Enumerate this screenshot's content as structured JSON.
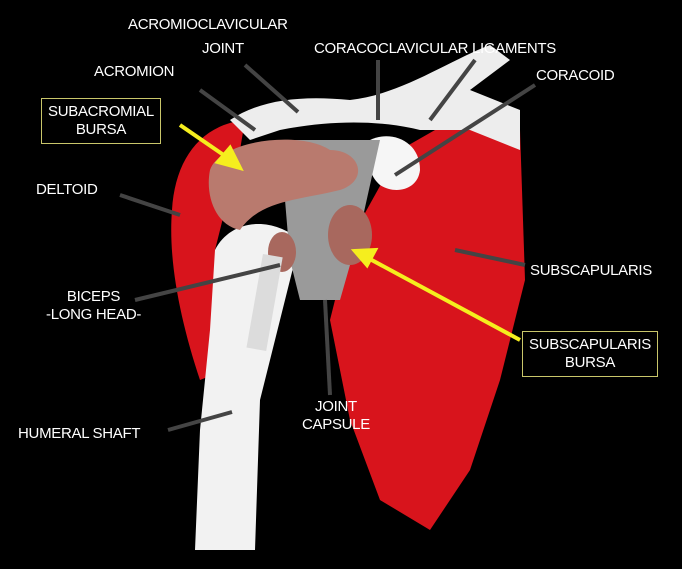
{
  "labels": {
    "acromioclavicular": "ACROMIOCLAVICULAR",
    "joint": "JOINT",
    "coracoclavicular": "CORACOCLAVICULAR LIGAMENTS",
    "acromion": "ACROMION",
    "coracoid": "CORACOID",
    "subacromial_1": "SUBACROMIAL",
    "subacromial_2": "BURSA",
    "deltoid": "DELTOID",
    "subscapularis": "SUBSCAPULARIS",
    "biceps_1": "BICEPS",
    "biceps_2": "-LONG HEAD-",
    "subscap_bursa_1": "SUBSCAPULARIS",
    "subscap_bursa_2": "BURSA",
    "joint_capsule_1": "JOINT",
    "joint_capsule_2": "CAPSULE",
    "humeral_shaft": "HUMERAL SHAFT"
  },
  "colors": {
    "muscle": "#d8141c",
    "bone": "#f2f2f2",
    "bursa": "#b97a6e",
    "highlight": "#f5ee1e",
    "leader": "#444444"
  }
}
